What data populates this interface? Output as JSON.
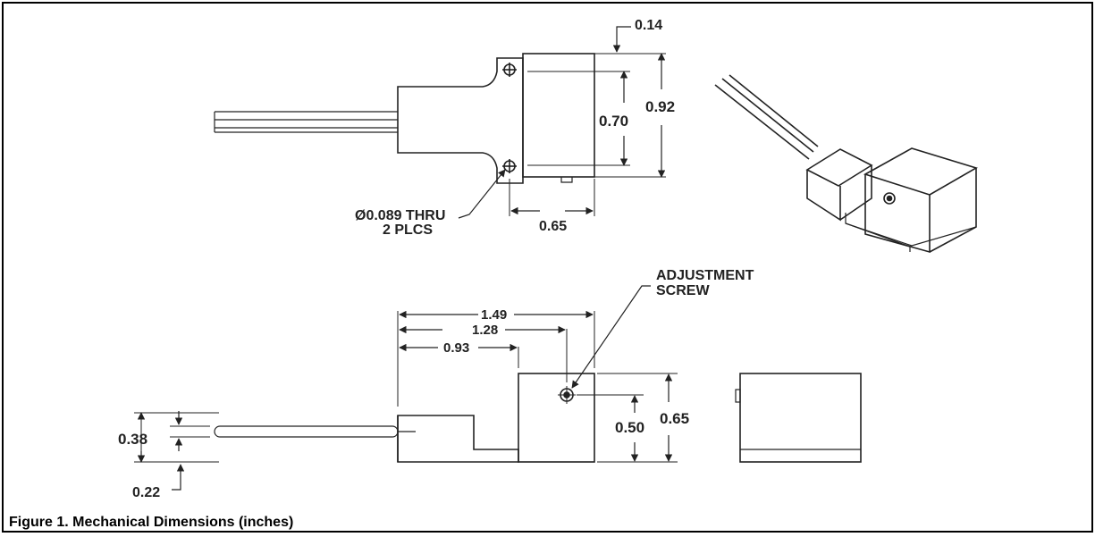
{
  "figure": {
    "caption": "Figure 1.  Mechanical Dimensions (inches)"
  },
  "top_view": {
    "dim_top_offset": "0.14",
    "dim_inner_height": "0.70",
    "dim_outer_height": "0.92",
    "dim_width": "0.65",
    "hole_note_line1": "Ø0.089 THRU",
    "hole_note_line2": "2 PLCS"
  },
  "side_view": {
    "dim_length_1": "1.49",
    "dim_length_2": "1.28",
    "dim_length_3": "0.93",
    "dim_left_height": "0.38",
    "dim_left_offset": "0.22",
    "dim_screw_height": "0.50",
    "dim_body_height": "0.65",
    "screw_note_line1": "ADJUSTMENT",
    "screw_note_line2": "SCREW"
  }
}
